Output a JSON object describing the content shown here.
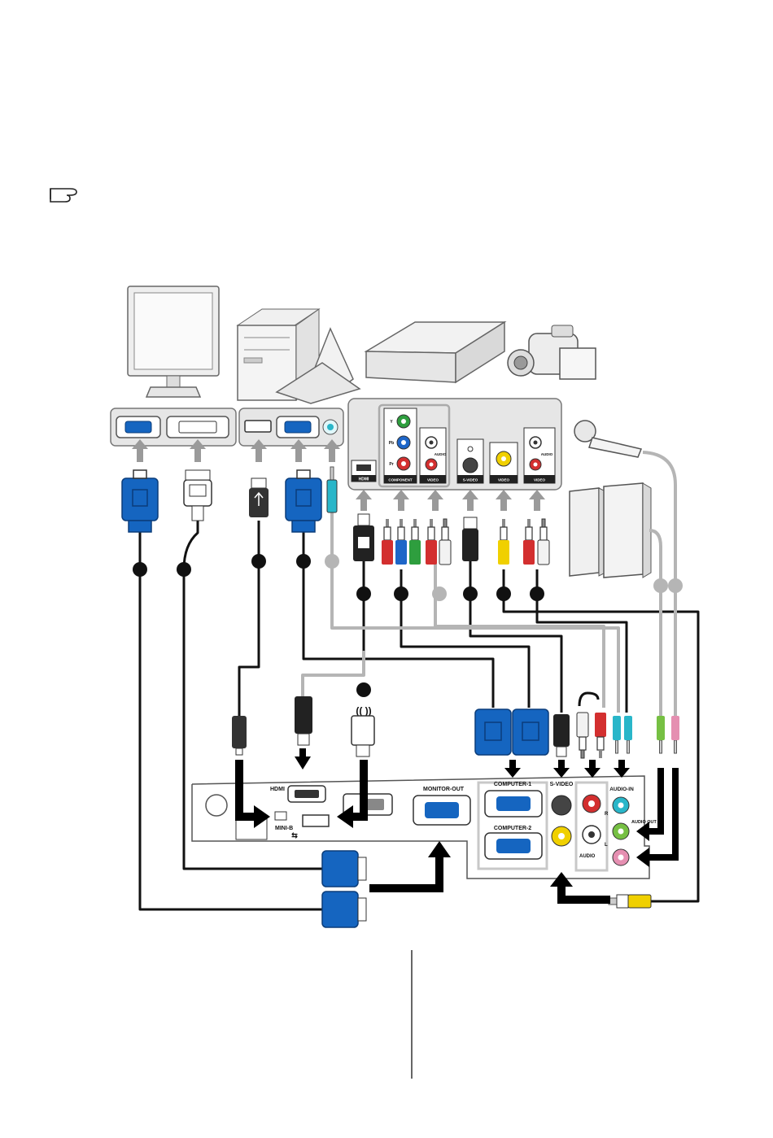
{
  "note_icon": "pointing-hand-icon",
  "port_labels": {
    "hdmi_source": "HDMI",
    "component": "COMPONENT",
    "video_a": "VIDEO",
    "audio_a": "AUDIO",
    "svideo": "S-VIDEO",
    "video_b": "VIDEO",
    "video_c": "VIDEO",
    "audio_c": "AUDIO",
    "y": "Y",
    "pb": "Pb",
    "pr": "Pr"
  },
  "projector_labels": {
    "hdmi": "HDMI",
    "mini_b": "MINI-B",
    "monitor_out": "MONITOR-OUT",
    "computer_1": "COMPUTER-1",
    "computer_2": "COMPUTER-2",
    "svideo": "S-VIDEO",
    "audio": "AUDIO",
    "audio_in": "AUDIO-IN",
    "audio_out": "AUDIO OUT",
    "r": "R",
    "l": "L"
  },
  "colors": {
    "vga_blue": "#1565c0",
    "cable_black": "#111111",
    "cable_gray": "#b5b5b5",
    "arrow_gray": "#9a9a9a",
    "red": "#d32f2f",
    "green": "#2e9e3e",
    "blue": "#1e66c8",
    "yellow": "#f0d000",
    "audio_cyan": "#29b6c9",
    "audio_green": "#76c043",
    "audio_pink": "#e58fb1"
  }
}
